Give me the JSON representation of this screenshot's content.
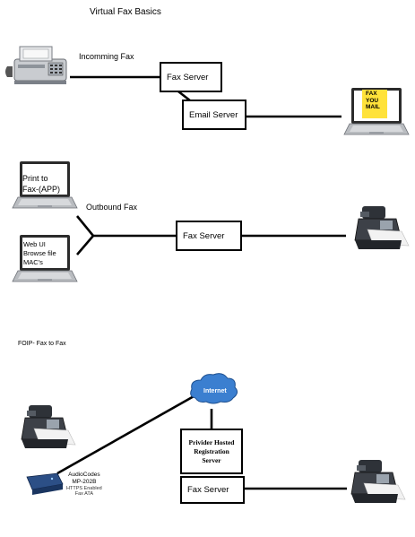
{
  "title": "Virtual Fax Basics",
  "colors": {
    "line": "#000000",
    "cloud": "#3b7fd0",
    "paper": "#ffe23a",
    "modem": "#2c4f86"
  },
  "section1": {
    "incoming_label": "Incomming Fax",
    "fax_server_1": "Fax Server",
    "email_server": "Email Server",
    "laptop_screen_text": "FAX\nYOU\nMAIL"
  },
  "section2": {
    "app_screen_line1": "Print to",
    "app_screen_line2": "Fax-(APP)",
    "web_screen_line1": "Web UI",
    "web_screen_line2": "Browse file",
    "web_screen_line3": "MAC's",
    "outbound_label": "Outbound Fax",
    "fax_server_2": "Fax Server"
  },
  "section3": {
    "heading": "FOIP- Fax to Fax",
    "internet_label": "Internet",
    "registration_line1": "Privider Hosted",
    "registration_line2": "Registration",
    "registration_line3": "Server",
    "fax_server_3": "Fax Server",
    "device_line1": "AudioCodes",
    "device_line2": "MP-202B",
    "device_line3": "HTTPS Enabled",
    "device_line4": "Fax ATA"
  },
  "icons": [
    "fax-machine-icon",
    "laptop-icon",
    "cloud-icon",
    "fax-ata-icon"
  ]
}
